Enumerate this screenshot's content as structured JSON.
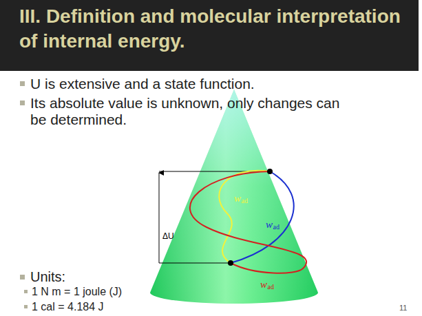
{
  "diagram": {
    "title": "III. Definition and molecular interpretation of internal energy.",
    "labels": [
      "U is extensive and a state function.",
      "Its absolute value is unknown, only changes can be determined.",
      "ΔU",
      "w",
      "ad",
      "w",
      "ad",
      "w",
      "ad",
      "Units:",
      "1 N m = 1 joule (J)",
      "1 cal = 4.184 J",
      "11"
    ]
  }
}
